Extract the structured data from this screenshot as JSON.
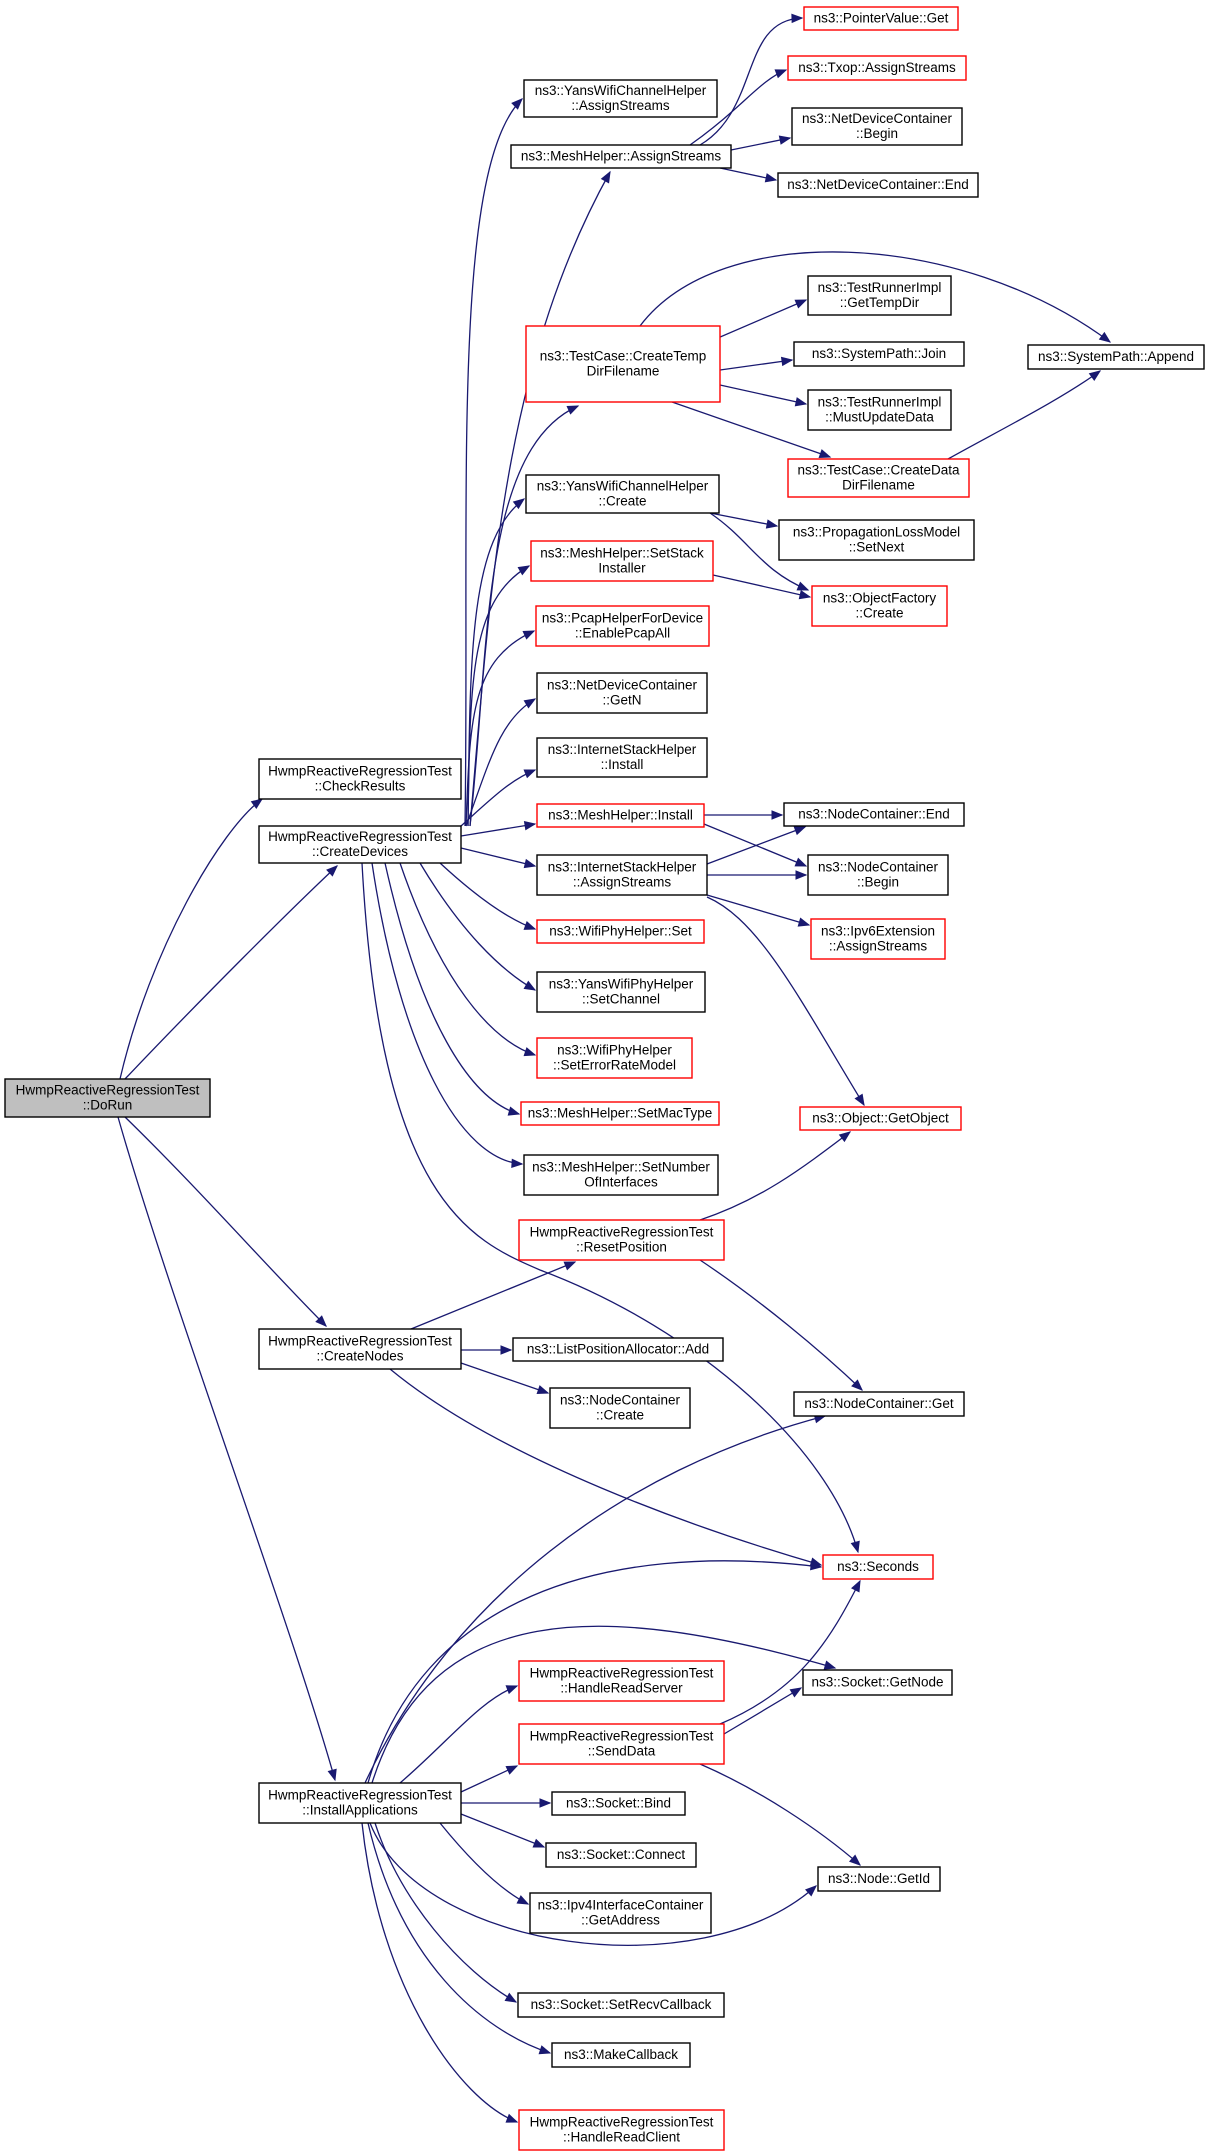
{
  "colors": {
    "edge": "#191970",
    "border_normal": "#000000",
    "border_truncated": "#ff0000",
    "root_fill": "#bfbfbf",
    "node_fill": "#ffffff"
  },
  "nodes": [
    {
      "id": "dorun",
      "lines": [
        "HwmpReactiveRegressionTest",
        "::DoRun"
      ],
      "style": "root"
    },
    {
      "id": "checkresults",
      "lines": [
        "HwmpReactiveRegressionTest",
        "::CheckResults"
      ],
      "style": "normal"
    },
    {
      "id": "createdevices",
      "lines": [
        "HwmpReactiveRegressionTest",
        "::CreateDevices"
      ],
      "style": "normal"
    },
    {
      "id": "createnodes",
      "lines": [
        "HwmpReactiveRegressionTest",
        "::CreateNodes"
      ],
      "style": "normal"
    },
    {
      "id": "installapps",
      "lines": [
        "HwmpReactiveRegressionTest",
        "::InstallApplications"
      ],
      "style": "normal"
    },
    {
      "id": "yanschanassign",
      "lines": [
        "ns3::YansWifiChannelHelper",
        "::AssignStreams"
      ],
      "style": "normal"
    },
    {
      "id": "meshassign",
      "lines": [
        "ns3::MeshHelper::AssignStreams"
      ],
      "style": "normal"
    },
    {
      "id": "pointerget",
      "lines": [
        "ns3::PointerValue::Get"
      ],
      "style": "truncated"
    },
    {
      "id": "txopassign",
      "lines": [
        "ns3::Txop::AssignStreams"
      ],
      "style": "truncated"
    },
    {
      "id": "ndcbegin",
      "lines": [
        "ns3::NetDeviceContainer",
        "::Begin"
      ],
      "style": "normal"
    },
    {
      "id": "ndcend",
      "lines": [
        "ns3::NetDeviceContainer::End"
      ],
      "style": "normal"
    },
    {
      "id": "createtemp",
      "lines": [
        "ns3::TestCase::CreateTemp",
        "DirFilename"
      ],
      "style": "truncated"
    },
    {
      "id": "gettempdir",
      "lines": [
        "ns3::TestRunnerImpl",
        "::GetTempDir"
      ],
      "style": "normal"
    },
    {
      "id": "spjoin",
      "lines": [
        "ns3::SystemPath::Join"
      ],
      "style": "normal"
    },
    {
      "id": "mustupdate",
      "lines": [
        "ns3::TestRunnerImpl",
        "::MustUpdateData"
      ],
      "style": "normal"
    },
    {
      "id": "createdata",
      "lines": [
        "ns3::TestCase::CreateData",
        "DirFilename"
      ],
      "style": "truncated"
    },
    {
      "id": "spappend",
      "lines": [
        "ns3::SystemPath::Append"
      ],
      "style": "normal"
    },
    {
      "id": "yanschancreate",
      "lines": [
        "ns3::YansWifiChannelHelper",
        "::Create"
      ],
      "style": "normal"
    },
    {
      "id": "propsetnext",
      "lines": [
        "ns3::PropagationLossModel",
        "::SetNext"
      ],
      "style": "normal"
    },
    {
      "id": "setstack",
      "lines": [
        "ns3::MeshHelper::SetStack",
        "Installer"
      ],
      "style": "truncated"
    },
    {
      "id": "ofcreate",
      "lines": [
        "ns3::ObjectFactory",
        "::Create"
      ],
      "style": "truncated"
    },
    {
      "id": "pcapall",
      "lines": [
        "ns3::PcapHelperForDevice",
        "::EnablePcapAll"
      ],
      "style": "truncated"
    },
    {
      "id": "ndcgetn",
      "lines": [
        "ns3::NetDeviceContainer",
        "::GetN"
      ],
      "style": "normal"
    },
    {
      "id": "ishinstall",
      "lines": [
        "ns3::InternetStackHelper",
        "::Install"
      ],
      "style": "normal"
    },
    {
      "id": "meshinstall",
      "lines": [
        "ns3::MeshHelper::Install"
      ],
      "style": "truncated"
    },
    {
      "id": "ncend",
      "lines": [
        "ns3::NodeContainer::End"
      ],
      "style": "normal"
    },
    {
      "id": "ishassign",
      "lines": [
        "ns3::InternetStackHelper",
        "::AssignStreams"
      ],
      "style": "normal"
    },
    {
      "id": "ncbegin",
      "lines": [
        "ns3::NodeContainer",
        "::Begin"
      ],
      "style": "normal"
    },
    {
      "id": "ipv6assign",
      "lines": [
        "ns3::Ipv6Extension",
        "::AssignStreams"
      ],
      "style": "truncated"
    },
    {
      "id": "wphyset",
      "lines": [
        "ns3::WifiPhyHelper::Set"
      ],
      "style": "truncated"
    },
    {
      "id": "yansphysetchan",
      "lines": [
        "ns3::YansWifiPhyHelper",
        "::SetChannel"
      ],
      "style": "normal"
    },
    {
      "id": "seterrrate",
      "lines": [
        "ns3::WifiPhyHelper",
        "::SetErrorRateModel"
      ],
      "style": "truncated"
    },
    {
      "id": "setmactype",
      "lines": [
        "ns3::MeshHelper::SetMacType"
      ],
      "style": "truncated"
    },
    {
      "id": "getobject",
      "lines": [
        "ns3::Object::GetObject"
      ],
      "style": "truncated"
    },
    {
      "id": "setnumif",
      "lines": [
        "ns3::MeshHelper::SetNumber",
        "OfInterfaces"
      ],
      "style": "normal"
    },
    {
      "id": "resetpos",
      "lines": [
        "HwmpReactiveRegressionTest",
        "::ResetPosition"
      ],
      "style": "truncated"
    },
    {
      "id": "lpaadd",
      "lines": [
        "ns3::ListPositionAllocator::Add"
      ],
      "style": "normal"
    },
    {
      "id": "nccreate",
      "lines": [
        "ns3::NodeContainer",
        "::Create"
      ],
      "style": "normal"
    },
    {
      "id": "ncget",
      "lines": [
        "ns3::NodeContainer::Get"
      ],
      "style": "normal"
    },
    {
      "id": "seconds",
      "lines": [
        "ns3::Seconds"
      ],
      "style": "truncated"
    },
    {
      "id": "readserver",
      "lines": [
        "HwmpReactiveRegressionTest",
        "::HandleReadServer"
      ],
      "style": "truncated"
    },
    {
      "id": "sockgetnode",
      "lines": [
        "ns3::Socket::GetNode"
      ],
      "style": "normal"
    },
    {
      "id": "senddata",
      "lines": [
        "HwmpReactiveRegressionTest",
        "::SendData"
      ],
      "style": "truncated"
    },
    {
      "id": "sockbind",
      "lines": [
        "ns3::Socket::Bind"
      ],
      "style": "normal"
    },
    {
      "id": "sockconnect",
      "lines": [
        "ns3::Socket::Connect"
      ],
      "style": "normal"
    },
    {
      "id": "ipv4getaddr",
      "lines": [
        "ns3::Ipv4InterfaceContainer",
        "::GetAddress"
      ],
      "style": "normal"
    },
    {
      "id": "nodegetid",
      "lines": [
        "ns3::Node::GetId"
      ],
      "style": "normal"
    },
    {
      "id": "sockrecvcb",
      "lines": [
        "ns3::Socket::SetRecvCallback"
      ],
      "style": "normal"
    },
    {
      "id": "makecb",
      "lines": [
        "ns3::MakeCallback"
      ],
      "style": "normal"
    },
    {
      "id": "readclient",
      "lines": [
        "HwmpReactiveRegressionTest",
        "::HandleReadClient"
      ],
      "style": "truncated"
    }
  ],
  "edges": [
    [
      "dorun",
      "checkresults"
    ],
    [
      "dorun",
      "createdevices"
    ],
    [
      "dorun",
      "createnodes"
    ],
    [
      "dorun",
      "installapps"
    ],
    [
      "createdevices",
      "yanschanassign"
    ],
    [
      "createdevices",
      "meshassign"
    ],
    [
      "createdevices",
      "createtemp"
    ],
    [
      "createdevices",
      "yanschancreate"
    ],
    [
      "createdevices",
      "setstack"
    ],
    [
      "createdevices",
      "pcapall"
    ],
    [
      "createdevices",
      "ndcgetn"
    ],
    [
      "createdevices",
      "ishinstall"
    ],
    [
      "createdevices",
      "meshinstall"
    ],
    [
      "createdevices",
      "ishassign"
    ],
    [
      "createdevices",
      "wphyset"
    ],
    [
      "createdevices",
      "yansphysetchan"
    ],
    [
      "createdevices",
      "seterrrate"
    ],
    [
      "createdevices",
      "setmactype"
    ],
    [
      "createdevices",
      "setnumif"
    ],
    [
      "createdevices",
      "seconds"
    ],
    [
      "meshassign",
      "pointerget"
    ],
    [
      "meshassign",
      "txopassign"
    ],
    [
      "meshassign",
      "ndcbegin"
    ],
    [
      "meshassign",
      "ndcend"
    ],
    [
      "createtemp",
      "spappend"
    ],
    [
      "createtemp",
      "gettempdir"
    ],
    [
      "createtemp",
      "spjoin"
    ],
    [
      "createtemp",
      "mustupdate"
    ],
    [
      "createtemp",
      "createdata"
    ],
    [
      "createdata",
      "spappend"
    ],
    [
      "yanschancreate",
      "propsetnext"
    ],
    [
      "yanschancreate",
      "ofcreate"
    ],
    [
      "setstack",
      "ofcreate"
    ],
    [
      "meshinstall",
      "ncend"
    ],
    [
      "meshinstall",
      "ncbegin"
    ],
    [
      "ishassign",
      "ncend"
    ],
    [
      "ishassign",
      "ncbegin"
    ],
    [
      "ishassign",
      "ipv6assign"
    ],
    [
      "ishassign",
      "getobject"
    ],
    [
      "createnodes",
      "resetpos"
    ],
    [
      "createnodes",
      "lpaadd"
    ],
    [
      "createnodes",
      "nccreate"
    ],
    [
      "createnodes",
      "seconds"
    ],
    [
      "resetpos",
      "getobject"
    ],
    [
      "resetpos",
      "ncget"
    ],
    [
      "installapps",
      "ncget"
    ],
    [
      "installapps",
      "seconds"
    ],
    [
      "installapps",
      "sockgetnode"
    ],
    [
      "installapps",
      "readserver"
    ],
    [
      "installapps",
      "senddata"
    ],
    [
      "installapps",
      "sockbind"
    ],
    [
      "installapps",
      "sockconnect"
    ],
    [
      "installapps",
      "ipv4getaddr"
    ],
    [
      "installapps",
      "nodegetid"
    ],
    [
      "installapps",
      "sockrecvcb"
    ],
    [
      "installapps",
      "makecb"
    ],
    [
      "installapps",
      "readclient"
    ],
    [
      "senddata",
      "seconds"
    ],
    [
      "senddata",
      "sockgetnode"
    ],
    [
      "senddata",
      "nodegetid"
    ]
  ]
}
